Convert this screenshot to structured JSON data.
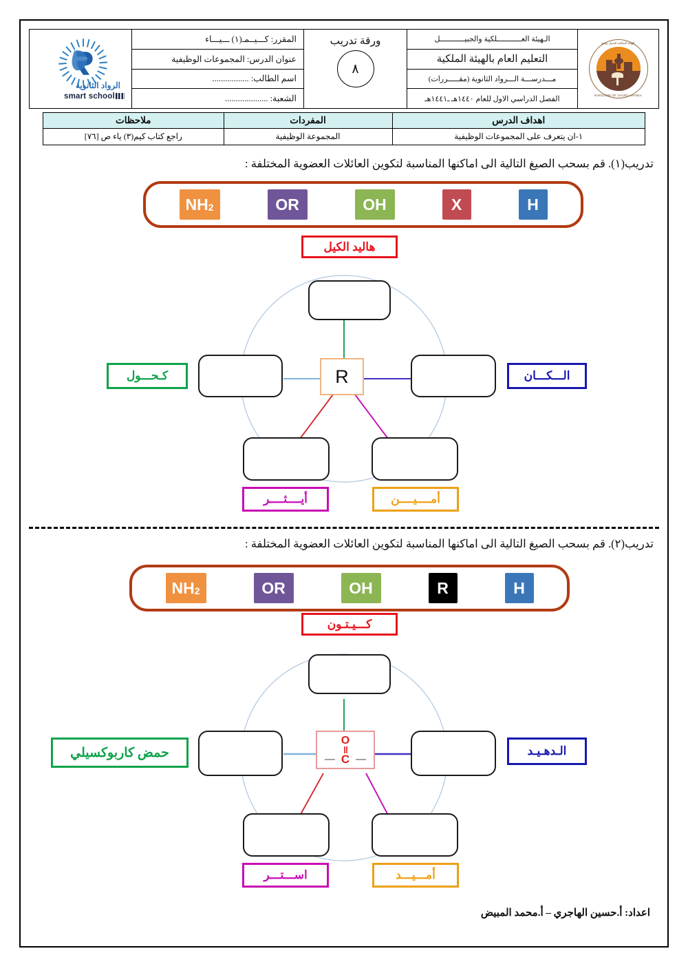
{
  "header": {
    "right_logo": {
      "name": "royal-commission-seal",
      "text_top": "الهيئة الملكية للجبيل وينبع",
      "text_bottom": "KINGDOM OF SAUDI ARABIA"
    },
    "left_logo": {
      "name": "smart-school-logo",
      "school_name": "الرواد الثانوية",
      "tagline": "smart school"
    },
    "right_cells": [
      "الـهيئة العـــــــــــلكية والجبيـــــــــــل",
      "التعليم العام بالهيئة الملكية",
      "مـــدرســـة الـــرواد الثانوية (مقـــــررات)",
      "الفصل الدراسي الاول للعام ١٤٤٠هـ ـ١٤٤١هـ"
    ],
    "worksheet_title": "ورقة تدريب",
    "worksheet_number": "٨",
    "left_cells": [
      "المقرر: كـــيــمـ(١) ـــيـــاء",
      "عنوان الدرس: المجموعات الوظيفية",
      "اسم الطالب: .................",
      "الشعبة: ...................."
    ]
  },
  "objectives_table": {
    "headers": [
      "اهداف الدرس",
      "المفردات",
      "ملاحظات"
    ],
    "row": [
      "١-ان يتعرف على المجموعات الوظيفية",
      "المجموعة الوظيفية",
      "راجع كتاب كيم(٣) ياء ص [٧٦]"
    ]
  },
  "exercise1": {
    "prompt": "تدريب(١). قم بسحب الصيغ التالية الى اماكنها المناسبة لتكوين العائلات العضوية المختلفة :",
    "chips": [
      {
        "label": "NH2",
        "text": "NH",
        "sub": "2",
        "color": "#f09140"
      },
      {
        "label": "OR",
        "text": "OR",
        "sub": "",
        "color": "#6f5699"
      },
      {
        "label": "OH",
        "text": "OH",
        "sub": "",
        "color": "#8cb553"
      },
      {
        "label": "X",
        "text": "X",
        "sub": "",
        "color": "#c04b53"
      },
      {
        "label": "H",
        "text": "H",
        "sub": "",
        "color": "#3b77b8"
      }
    ],
    "center_node": "R",
    "tags": {
      "top": {
        "label": "هاليد الكيل",
        "color": "#e8121a"
      },
      "left": {
        "label": "كـحـــول",
        "color": "#0ea34b"
      },
      "right": {
        "label": "الـــكـــان",
        "color": "#1718b0"
      },
      "bottom_left": {
        "label": "أيــــثــــر",
        "color": "#c90bb4"
      },
      "bottom_right": {
        "label": "أمــــيــــن",
        "color": "#eda015"
      }
    }
  },
  "exercise2": {
    "prompt": "تدريب(٢). قم بسحب الصيغ التالية الى اماكنها المناسبة لتكوين العائلات العضوية المختلفة :",
    "chips": [
      {
        "label": "NH2",
        "text": "NH",
        "sub": "2",
        "color": "#f09140"
      },
      {
        "label": "OR",
        "text": "OR",
        "sub": "",
        "color": "#6f5699"
      },
      {
        "label": "OH",
        "text": "OH",
        "sub": "",
        "color": "#8cb553"
      },
      {
        "label": "R",
        "text": "R",
        "sub": "",
        "color": "#000000"
      },
      {
        "label": "H",
        "text": "H",
        "sub": "",
        "color": "#3b77b8"
      }
    ],
    "center_node": {
      "top_atom": "O",
      "bond": "‖",
      "main_atom": "C",
      "left_dash": "—",
      "right_dash": "—"
    },
    "tags": {
      "top": {
        "label": "كـــيـتـون",
        "color": "#e8121a"
      },
      "left": {
        "label": "حمض كاربوكسيلي",
        "color": "#0ea34b"
      },
      "right": {
        "label": "الـدهـيـد",
        "color": "#1718b0"
      },
      "bottom_left": {
        "label": "اســـتـــر",
        "color": "#c90bb4"
      },
      "bottom_right": {
        "label": "أمـــيـــد",
        "color": "#eda015"
      }
    }
  },
  "footer": {
    "credits": "اعداد: أ.حسين الهاجري – أ.محمد المبيض"
  }
}
